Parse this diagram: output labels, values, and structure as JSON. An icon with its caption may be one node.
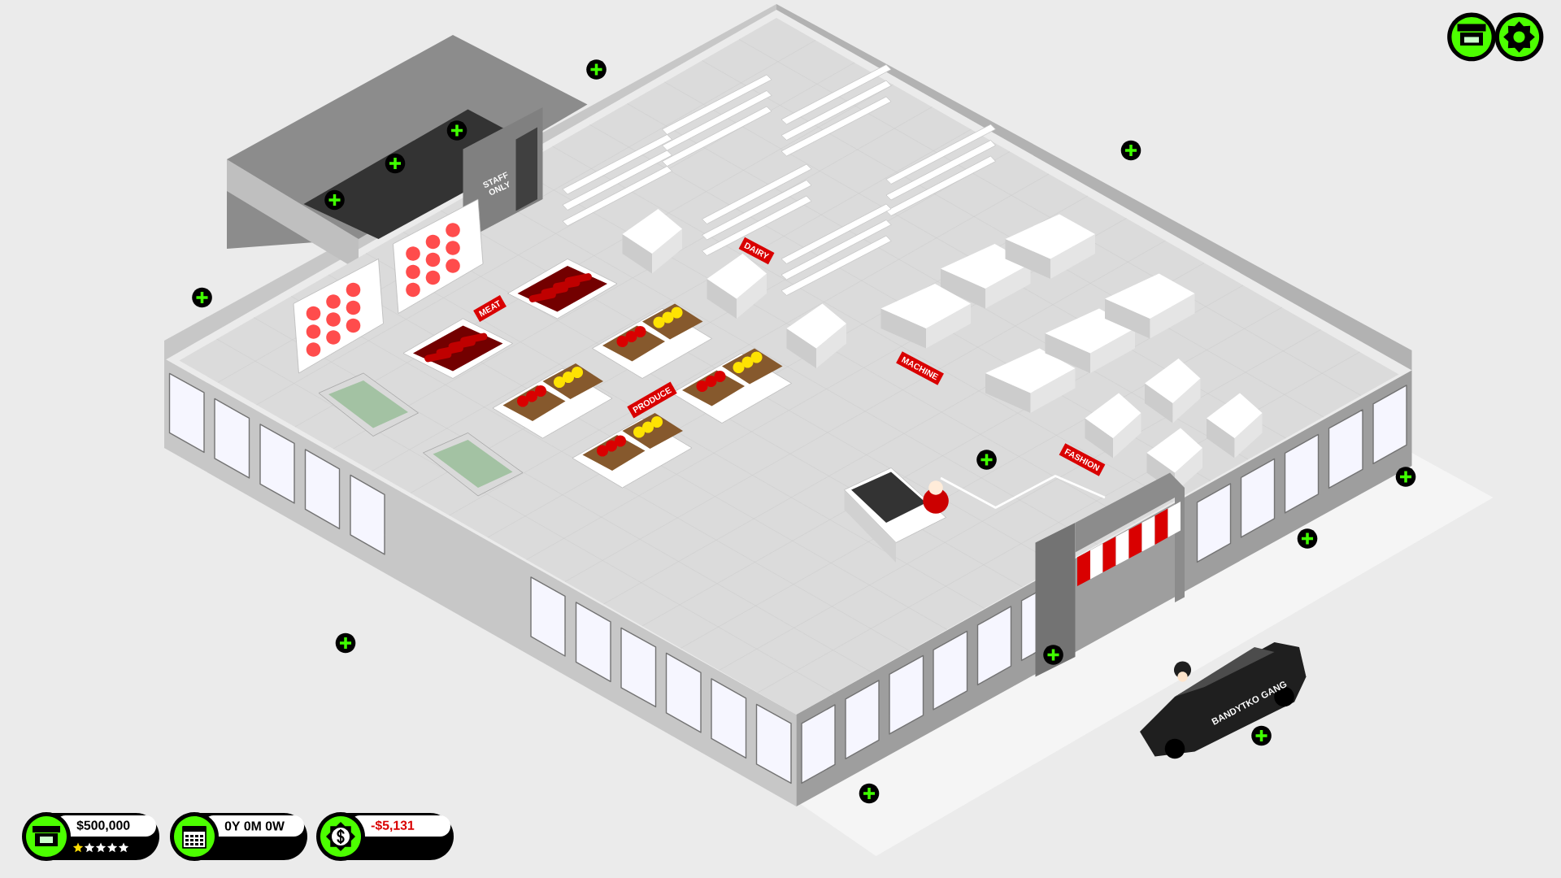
{
  "diagram": {
    "nodes": [
      {
        "text": [
          "$500,000"
        ]
      },
      {
        "text": [
          "0Y 0M 0W"
        ]
      },
      {
        "text": [
          "-$5,131"
        ]
      },
      {
        "text": [
          "DAIRY"
        ]
      },
      {
        "text": [
          "MEAT"
        ]
      },
      {
        "text": [
          "MACHINE"
        ]
      },
      {
        "text": [
          "PRODUCE"
        ]
      },
      {
        "text": [
          "FASHION"
        ]
      }
    ],
    "labels": [
      "STAFF ONLY",
      "BANDYTKO GANG"
    ]
  }
}
